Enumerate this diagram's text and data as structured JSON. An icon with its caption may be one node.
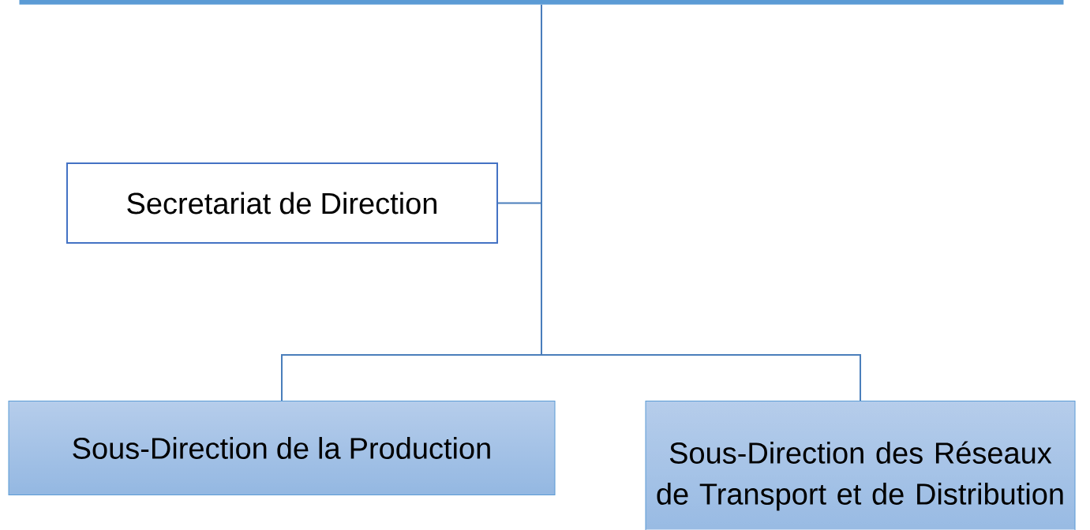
{
  "diagram": {
    "nodes": [
      {
        "text": [],
        "shape": "box"
      },
      {
        "text": [
          "Secretariat de Direction"
        ]
      },
      {
        "text": [
          "Sous-Direction de la Production"
        ]
      },
      {
        "text": [
          "Sous-Direction des Réseaux de Transport et de Distribution"
        ]
      }
    ],
    "edges": [
      {
        "from": 0,
        "to": 1,
        "arrow": "none"
      },
      {
        "from": 0,
        "to": 2,
        "arrow": "none"
      },
      {
        "from": 0,
        "to": 3,
        "arrow": "none"
      }
    ]
  }
}
